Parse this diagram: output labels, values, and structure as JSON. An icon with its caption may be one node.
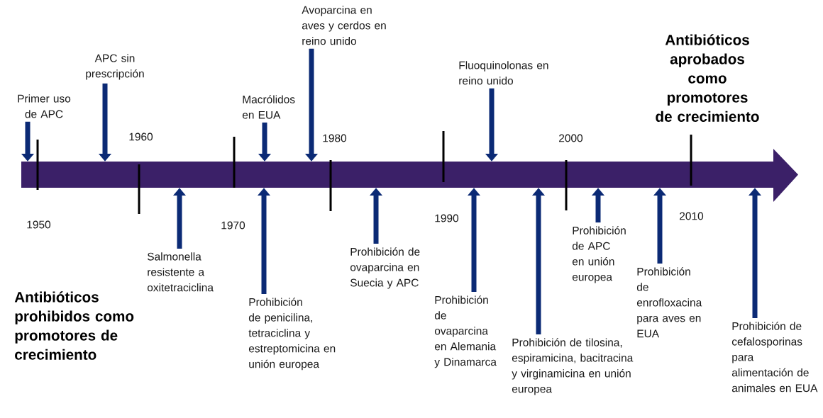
{
  "diagram": {
    "nodes": [
      {
        "text": [],
        "shape": "bar"
      },
      {
        "text": [
          "Primer uso de APC"
        ]
      },
      {
        "text": [
          "APC sin prescripción"
        ]
      },
      {
        "text": [
          "Macrólidos en EUA"
        ]
      },
      {
        "text": [
          "Avoparcina en aves y cerdos en reino unido"
        ]
      },
      {
        "text": [
          "Fluoquinolonas en reino unido"
        ]
      },
      {
        "text": [
          "Salmonella resistente a oxitetraciclina"
        ]
      },
      {
        "text": [
          "Prohibición de penicilina, tetraciclina y estreptomicina en unión europea"
        ]
      },
      {
        "text": [
          "Prohibición de ovaparcina en Suecia y APC"
        ]
      },
      {
        "text": [
          "Prohibición de ovaparcina en Alemania y Dinamarca"
        ]
      },
      {
        "text": [
          "Prohibición de tilosina, espiramicina, bacitracina y virginamicina en unión europea"
        ]
      },
      {
        "text": [
          "Prohibición de APC en unión europea"
        ]
      },
      {
        "text": [
          "Prohibición de enrofloxacina para aves en EUA"
        ]
      },
      {
        "text": [
          "Prohibición de cefalosporinas para alimentación de animales en EUA"
        ]
      }
    ],
    "edges": [
      {
        "from": 1,
        "to": 0,
        "arrow": "to"
      },
      {
        "from": 2,
        "to": 0,
        "arrow": "to"
      },
      {
        "from": 3,
        "to": 0,
        "arrow": "to"
      },
      {
        "from": 4,
        "to": 0,
        "arrow": "to"
      },
      {
        "from": 5,
        "to": 0,
        "arrow": "to"
      },
      {
        "from": 6,
        "to": 0,
        "arrow": "to"
      },
      {
        "from": 7,
        "to": 0,
        "arrow": "to"
      },
      {
        "from": 8,
        "to": 0,
        "arrow": "to"
      },
      {
        "from": 9,
        "to": 0,
        "arrow": "to"
      },
      {
        "from": 10,
        "to": 0,
        "arrow": "to"
      },
      {
        "from": 11,
        "to": 0,
        "arrow": "to"
      },
      {
        "from": 12,
        "to": 0,
        "arrow": "to"
      },
      {
        "from": 13,
        "to": 0,
        "arrow": "to"
      }
    ],
    "labels": [
      "1950",
      "1960",
      "1970",
      "1980",
      "1990",
      "2000",
      "2010",
      "Antibióticos aprobados como promotores de crecimiento",
      "Antibióticos prohibidos como promotores de crecimiento"
    ]
  }
}
